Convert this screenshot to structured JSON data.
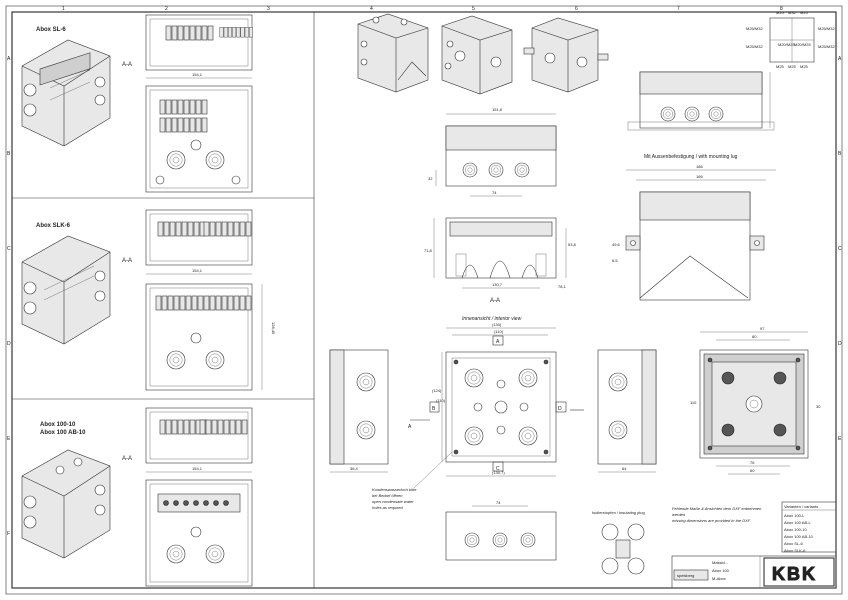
{
  "frame": {
    "cols": [
      "1",
      "2",
      "3",
      "4",
      "5",
      "6",
      "7",
      "8"
    ],
    "rows": [
      "A",
      "B",
      "C",
      "D",
      "E",
      "F"
    ]
  },
  "left_panels": {
    "p1": {
      "title": "Abox  SL-6",
      "section": "A-A",
      "dim_w": "154,1"
    },
    "p2": {
      "title": "Abox  SLK-6",
      "section": "A-A",
      "dim_w": "154,1",
      "dim_h": "128,45"
    },
    "p3": {
      "title1": "Abox 100-10",
      "title2": "Abox  100  AB-10",
      "section": "A-A",
      "dim_w": "154,1"
    }
  },
  "center": {
    "top_dim": "151,6",
    "top_dim2": "74",
    "side_dim": "32",
    "section_label": "A-A",
    "sec_dims": [
      "71,8",
      "53,8",
      "130,7",
      "78,1"
    ],
    "interior_title": "Innenansicht / interior view",
    "iv_dims": [
      "(130)",
      "(110)",
      "(130,7)",
      "(124)",
      "(110)"
    ],
    "iv_letters": [
      "A",
      "B",
      "C",
      "D"
    ],
    "condensate_de": "Kondenswasserloch bitte",
    "condensate_de2": "bei Bedarf öffnen",
    "condensate_en": "open condensate water",
    "condensate_en2": "holes as required",
    "side_dims": [
      "36,4",
      "64"
    ]
  },
  "right": {
    "lug_title": "Mit  Aussenbefestigung / with mounting lug",
    "lug_dims": [
      "186",
      "166",
      "49,6",
      "6,5"
    ],
    "gland_labels": [
      "M25",
      "M32",
      "M25",
      "M25/M32",
      "M20/M25",
      "M20/M25",
      "M25/M32",
      "M25/M32",
      "M25/M32",
      "M25",
      "M25",
      "M25"
    ],
    "plug_title": "Isolierstopfen / insulating plug",
    "rv_dims": [
      "97",
      "60",
      "76",
      "60",
      "30",
      "110"
    ],
    "note1": "Fehlende Maße & Ansichten dem DXF entnehmen",
    "note2": "werden",
    "note3": "missing dimensions are provided in the DXF",
    "variants_title": "Varianten / variants",
    "variants": [
      "Abox 100-L",
      "Abox 100 AB-L",
      "Abox 100-10",
      "Abox 100 AB-10",
      "Abox SL-6",
      "Abox SLK-6"
    ],
    "title_block": [
      "Massbl...",
      "Abox 100",
      "M-Abox"
    ],
    "logo": "KBK",
    "brand": "spelsberg"
  }
}
